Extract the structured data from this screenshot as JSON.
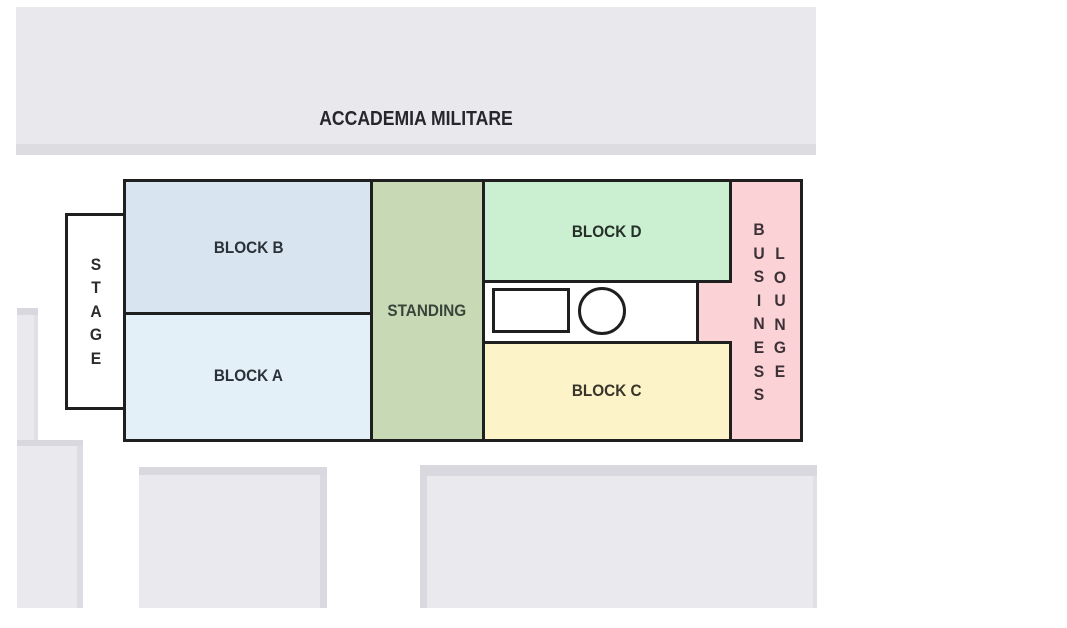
{
  "banner": {
    "title": "ACCADEMIA MILITARE"
  },
  "map": {
    "stage": {
      "label": "STAGE"
    },
    "block_b": {
      "label": "BLOCK B",
      "color": "#d9e4f1"
    },
    "block_a": {
      "label": "BLOCK A",
      "color": "#e3f0f8"
    },
    "standing": {
      "label": "STANDING",
      "color": "#c7d9b5"
    },
    "block_d": {
      "label": "BLOCK D",
      "color": "#cbf0d1"
    },
    "block_c": {
      "label": "BLOCK C",
      "color": "#fcf3c9"
    },
    "business_lounge": {
      "word1": "BUSINESS",
      "word2": "LOUNGE",
      "color": "#fbd2d5"
    },
    "border_color": "#1f1f1f"
  }
}
